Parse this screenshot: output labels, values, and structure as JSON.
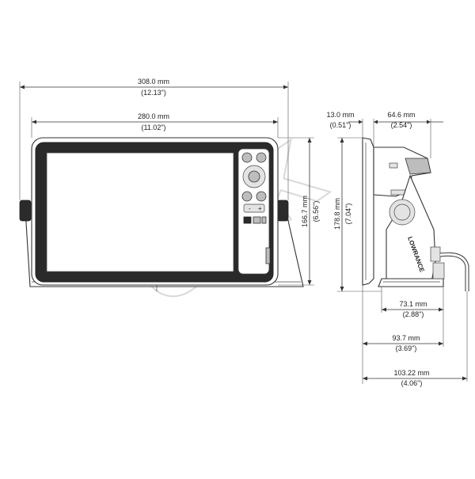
{
  "watermark": "CNK",
  "front_view": {
    "overall_width": {
      "mm": "308.0 mm",
      "in": "(12.13\")"
    },
    "screen_width": {
      "mm": "280.0 mm",
      "in": "(11.02\")"
    },
    "screen_height": {
      "mm": "166.7 mm",
      "in": "(6.56\")"
    },
    "keypad_labels": [
      "-",
      "+"
    ]
  },
  "side_view": {
    "front_depth": {
      "mm": "13.0 mm",
      "in": "(0.51\")"
    },
    "bracket_depth": {
      "mm": "64.6 mm",
      "in": "(2.54\")"
    },
    "total_height": {
      "mm": "178.8 mm",
      "in": "(7.04\")"
    },
    "base_depth": {
      "mm": "73.1 mm",
      "in": "(2.88\")"
    },
    "mid_depth": {
      "mm": "93.7 mm",
      "in": "(3.69\")"
    },
    "overall_depth": {
      "mm": "103.22 mm",
      "in": "(4.06\")"
    },
    "brand": "LOWRANCE"
  }
}
